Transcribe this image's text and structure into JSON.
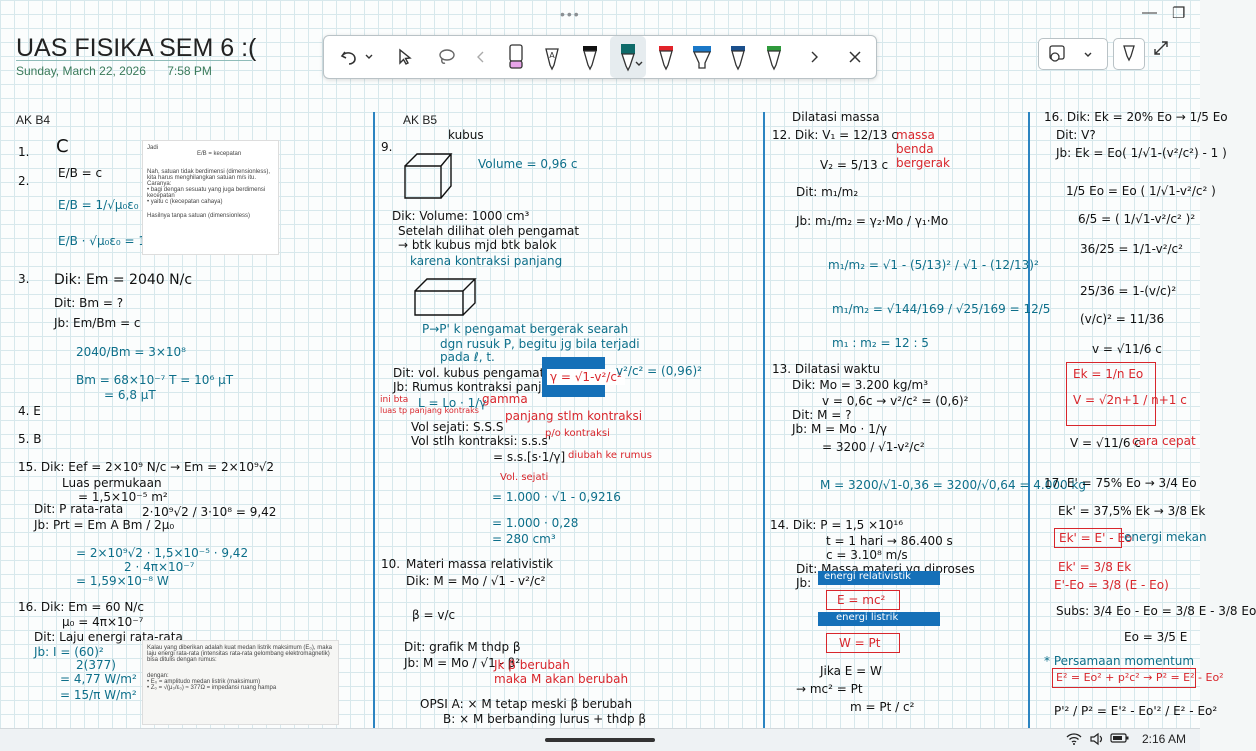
{
  "window": {
    "dots": "•••",
    "minimize": "—",
    "maximize": "❐"
  },
  "note": {
    "title": "UAS FISIKA SEM 6 :(",
    "date": "Sunday, March 22, 2026",
    "time": "7:58 PM"
  },
  "sections": {
    "col1": "AK B4",
    "col2": "AK B5"
  },
  "col1": {
    "q1": "1.",
    "a1": "C",
    "q2": "2.",
    "e_eq": "E/B = c",
    "e_eq2": "E/B = 1/√μ₀ε₀",
    "e_eq3": "E/B · √μ₀ε₀ = 1",
    "q3": "3.",
    "dik3": "Dik: Em = 2040 N/c",
    "dit3": "Dit: Bm = ?",
    "jb3": "Jb: Em/Bm = c",
    "jb3b": "2040/Bm = 3×10⁸",
    "jb3c": "Bm = 68×10⁻⁷ T = 10⁶ μT",
    "jb3d": "= 6,8 μT",
    "q4": "4. E",
    "q5": "5. B",
    "q15": "15. Dik: Eef = 2×10⁹ N/c → Em = 2×10⁹√2",
    "q15b": "Luas permukaan",
    "q15c": "= 1,5×10⁻⁵ m²",
    "q15d": "Dit: P rata-rata",
    "q15e": "Jb: Prt = Em A Bm / 2μ₀",
    "q15f": "2·10⁹√2 / 3·10⁸ = 9,42",
    "q15g": "= 2×10⁹√2 · 1,5×10⁻⁵ · 9,42",
    "q15h": "2 · 4π×10⁻⁷",
    "q15i": "= 1,59×10⁻⁸ W",
    "q16": "16. Dik: Em = 60 N/c",
    "q16b": "μ₀ = 4π×10⁻⁷",
    "q16c": "Dit: Laju energi rata-rata",
    "q16d": "Jb: I = (60)²",
    "q16e": "2(377)",
    "q16f": "= 4,77 W/m²",
    "q16g": "= 15/π W/m²"
  },
  "thumbs": {
    "t1a": "Jadi",
    "t1b": "E/B = kecepatan",
    "t1c": "Nah, satuan tidak berdimensi (dimensionless), kita harus menghilangkan satuan m/s itu.",
    "t1d": "Caranya:",
    "t1e": "• bagi dengan sesuatu yang juga berdimensi kecepatan",
    "t1f": "• yaitu c (kecepatan cahaya)",
    "t1g": "Hasilnya tanpa satuan (dimensionless)",
    "t2a": "Kalau yang diberikan adalah kuat medan listrik maksimum (E₀), maka laju energi rata-rata (intensitas rata-rata gelombang elektromagnetik) bisa ditulis dengan rumus:",
    "t2b": "dengan:",
    "t2c": "• E₀ = amplitudo medan listrik (maksimum)",
    "t2d": "• Z₀ = √(μ₀/ε₀) ≈ 377Ω = impedansi ruang hampa"
  },
  "col2": {
    "q9": "9.",
    "kubus": "kubus",
    "vol": "Volume = 0,96 c",
    "dik9": "Dik: Volume: 1000 cm³",
    "l1": "Setelah dilihat oleh pengamat",
    "l2": "→ btk kubus mjd btk balok",
    "l3": "karena kontraksi panjang",
    "l4": "P→P' k pengamat bergerak searah",
    "l5": "dgn rusuk P, begitu jg bila terjadi",
    "l6": "pada ℓ, t.",
    "dit9": "Dit: vol. kubus pengamat",
    "jb9": "Jb: Rumus kontraksi panjang",
    "box9": "γ = √1-v²/c²",
    "eq9": "v²/c² = (0,96)²",
    "n1": "ini bta",
    "n2": "luas tp panjang kontraks",
    "lo": "L = Lo · 1/γ",
    "gamma": "gamma",
    "pjg": "panjang stlm kontraksi",
    "vs": "Vol sejati: S.S.S",
    "vk": "Vol stlh kontraksi: s.s.s'",
    "pkontraksi": "p/o kontraksi",
    "ss": "= s.s.[s·1/γ]",
    "diubah": "diubah ke rumus",
    "volsejati": "Vol. sejati",
    "c1": "= 1.000 · √1 - 0,9216",
    "c2": "= 1.000 · 0,28",
    "c3": "= 280 cm³",
    "q10": "10.",
    "t10": "Materi massa relativistik",
    "dik10": "Dik: M = Mo / √1 - v²/c²",
    "beta": "β = v/c",
    "dit10": "Dit: grafik M thdp β",
    "jb10": "Jb: M = Mo / √1 - β²",
    "r1": "Jk β berubah",
    "r2": "maka M akan berubah",
    "o1": "OPSI A: × M tetap meski β berubah",
    "o2": "B: × M berbanding lurus + thdp β"
  },
  "col3": {
    "t12": "Dilatasi massa",
    "q12": "12. Dik: V₁ = 12/13 c",
    "v2": "V₂ = 5/13 c",
    "m1": "massa",
    "m2": "benda",
    "m3": "bergerak",
    "dit12": "Dit: m₁/m₂",
    "jb12": "Jb: m₁/m₂ = γ₂·Mo / γ₁·Mo",
    "s1": "m₁/m₂ = √1 - (5/13)² / √1 - (12/13)²",
    "s2": "m₁/m₂ = √144/169 / √25/169 = 12/5",
    "s3": "m₁ : m₂ = 12 : 5",
    "t13": "13. Dilatasi waktu",
    "dik13": "Dik: Mo = 3.200 kg/m³",
    "v13": "v = 0,6c → v²/c² = (0,6)²",
    "dit13": "Dit: M = ?",
    "jb13": "Jb: M = Mo · 1/γ",
    "jb13b": "= 3200 / √1-v²/c²",
    "res13": "M = 3200/√1-0,36 = 3200/√0,64 = 4.000 kg",
    "q14": "14. Dik: P = 1,5 ×10¹⁶",
    "t14": "t = 1 hari → 86.400 s",
    "c14": "c = 3.10⁸ m/s",
    "dit14": "Dit: Massa materi yg diproses",
    "jb14": "Jb:",
    "bx1": "energi relativistik",
    "eq1": "E = mc²",
    "bx2": "energi listrik",
    "eq2": "W = Pt",
    "jika": "Jika E = W",
    "mc2": "→ mc² = Pt",
    "m": "m = Pt / c²"
  },
  "col4": {
    "q16": "16. Dik: Ek = 20% Eo → 1/5 Eo",
    "dit16": "Dit: V?",
    "jb16": "Jb: Ek = Eo( 1/√1-(v²/c²) - 1 )",
    "s1": "1/5 Eo = Eo ( 1/√1-v²/c² )",
    "s2": "6/5 = ( 1/√1-v²/c² )²",
    "s3": "36/25 = 1/1-v²/c²",
    "s4": "25/36 = 1-(v/c)²",
    "s5": "(v/c)² = 11/36",
    "s6": "v = √11/6 c",
    "box1": "Ek = 1/n Eo",
    "box2": "V = √2n+1 / n+1 c",
    "s7": "V = √11/6 c",
    "cara": "cara cepat",
    "q17": "17. E' = 75% Eo → 3/4 Eo",
    "ek": "Ek' = 37,5% Ek → 3/8 Ek",
    "box3": "Ek' = E' - Eo",
    "energi": "energi mekan",
    "s8": "Ek' = 3/8 Ek",
    "s9": "E'-Eo = 3/8 (E - Eo)",
    "subs": "Subs: 3/4 Eo - Eo = 3/8 E - 3/8 Eo",
    "s10": "Eo = 3/5 E",
    "pm": "* Persamaan momentum",
    "box4": "E² = Eo² + p²c² → P² = E² - Eo²",
    "s11": "P'² / P² = E'² - Eo'² / E² - Eo²"
  },
  "taskbar": {
    "time": "2:16 AM"
  }
}
